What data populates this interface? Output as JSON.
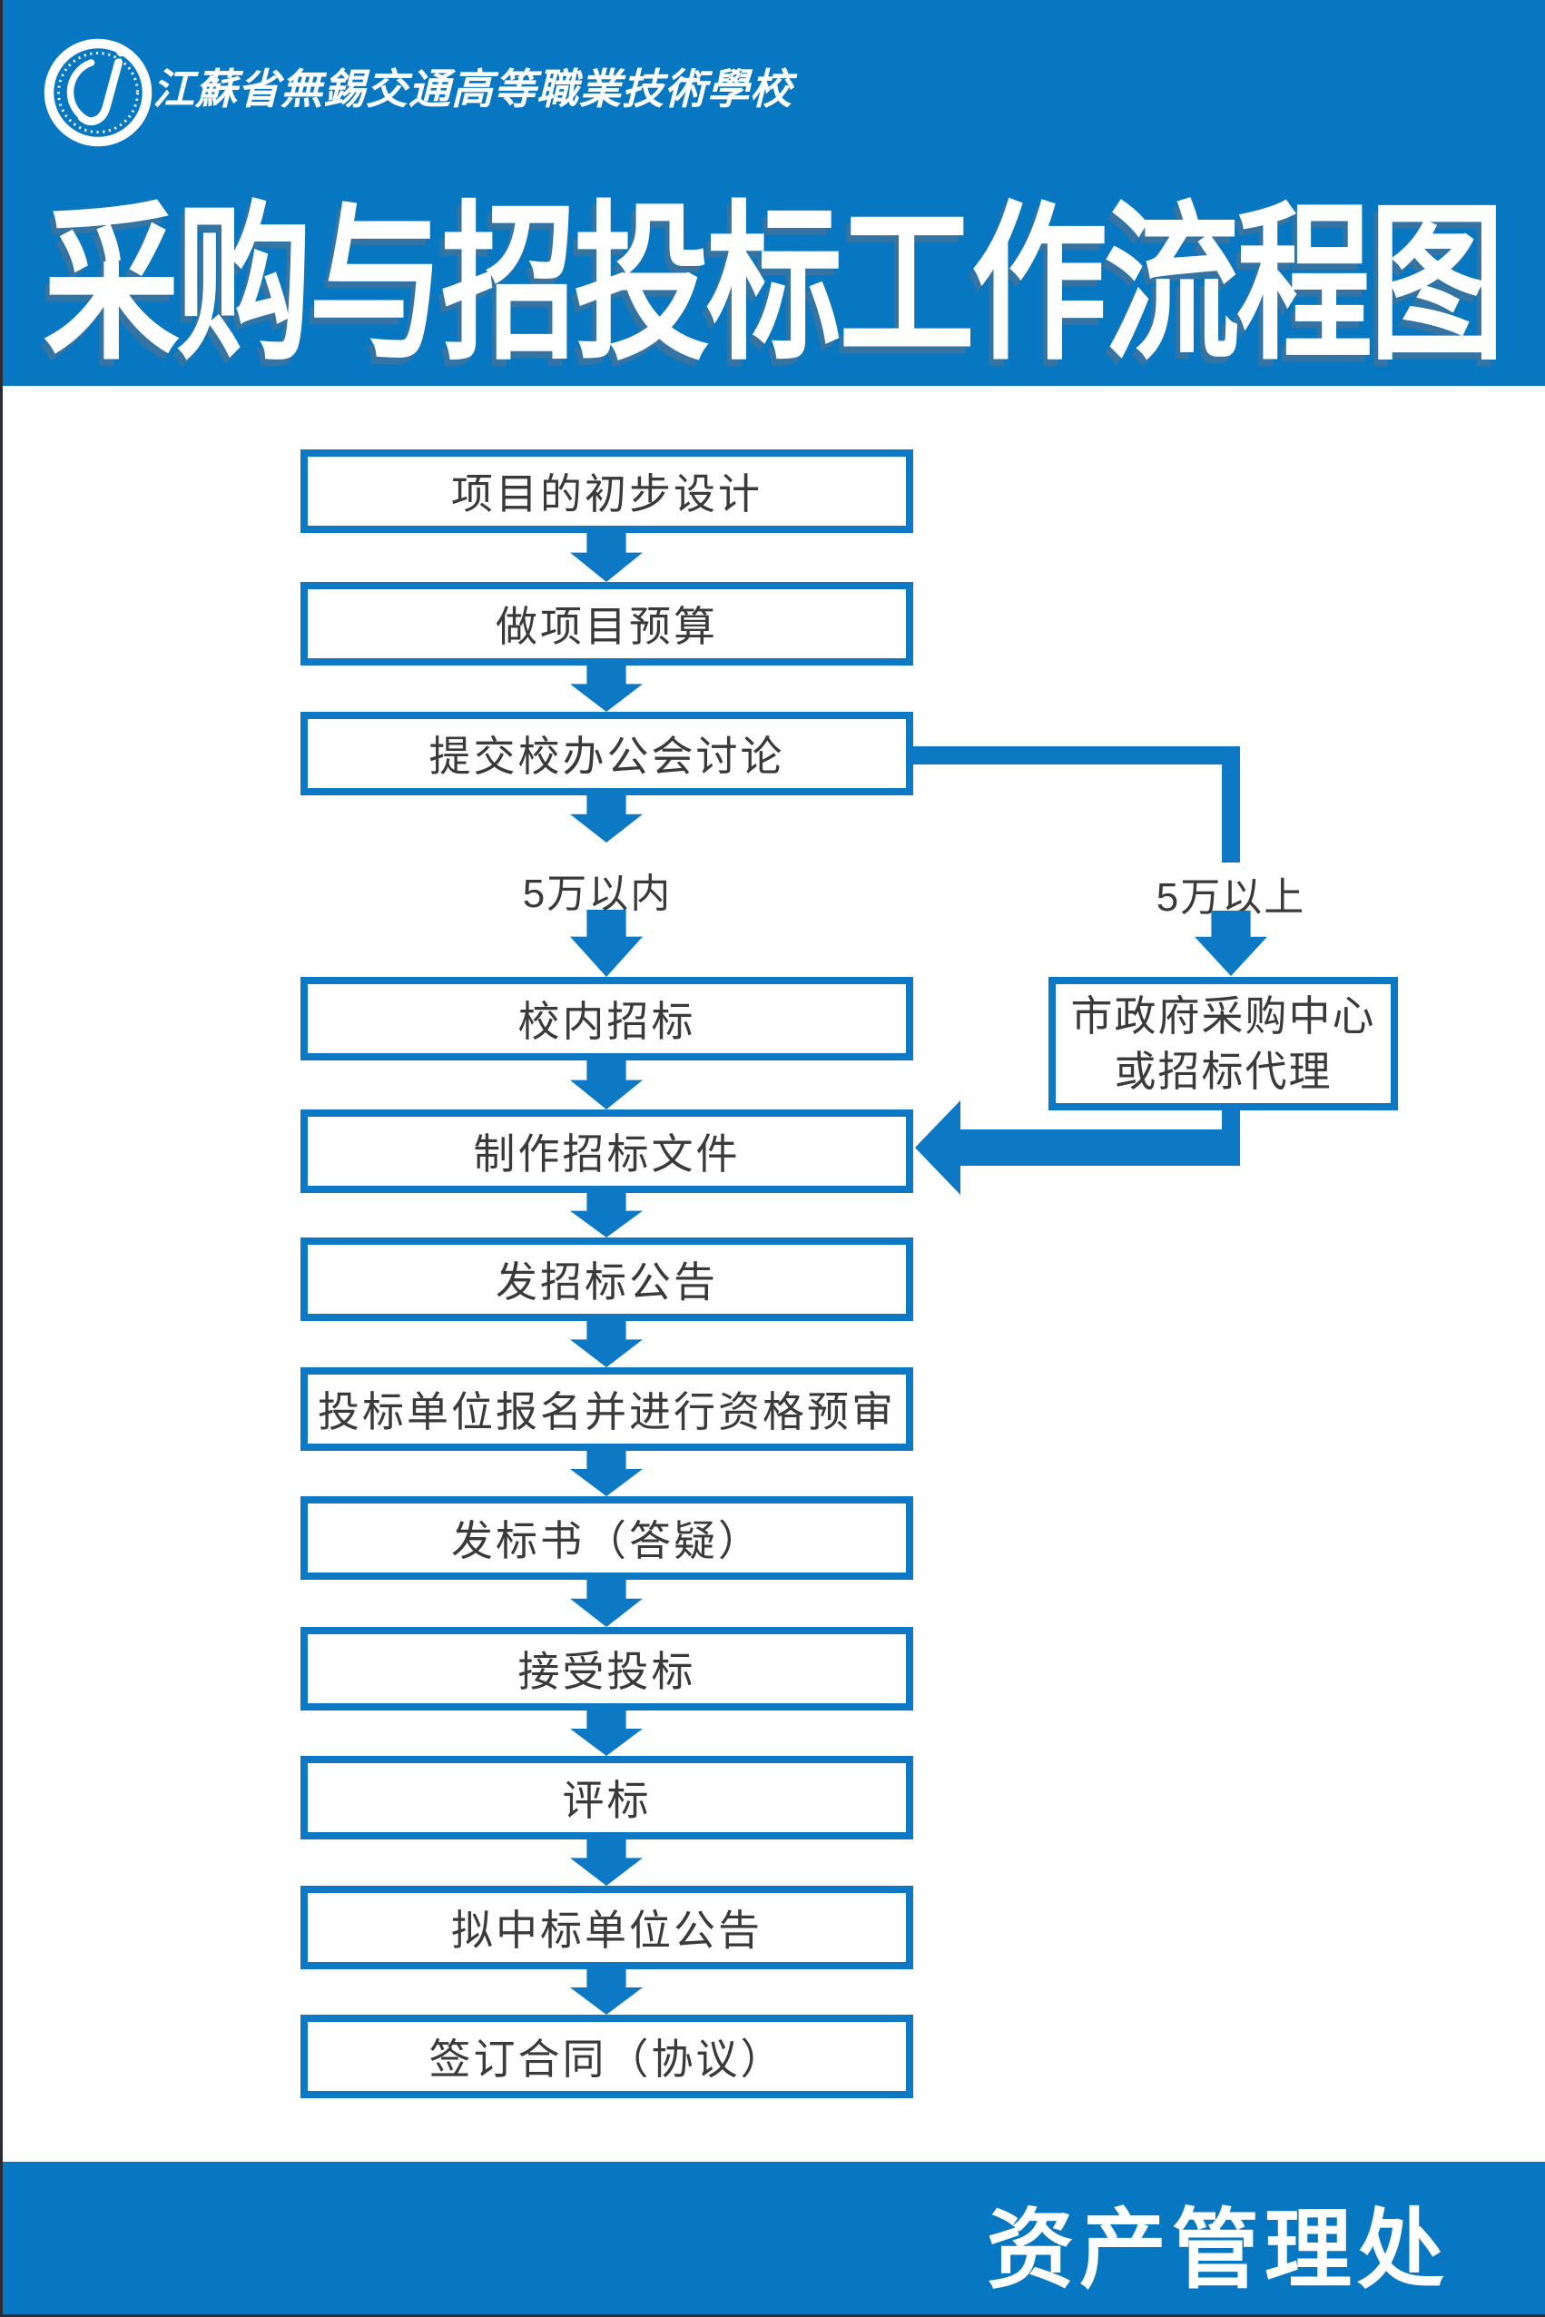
{
  "colors": {
    "band": "#0877c1",
    "accent": "#0d79c4",
    "ink": "#3a3a3a"
  },
  "header": {
    "school_name": "江蘇省無錫交通高等職業技術學校",
    "title": "采购与招投标工作流程图"
  },
  "flow": {
    "steps": [
      {
        "label": "项目的初步设计"
      },
      {
        "label": "做项目预算"
      },
      {
        "label": "提交校办公会讨论"
      },
      {
        "label": "校内招标"
      },
      {
        "label": "制作招标文件"
      },
      {
        "label": "发招标公告"
      },
      {
        "label": "投标单位报名并进行资格预审"
      },
      {
        "label": "发标书（答疑）"
      },
      {
        "label": "接受投标"
      },
      {
        "label": "评标"
      },
      {
        "label": "拟中标单位公告"
      },
      {
        "label": "签订合同（协议）"
      }
    ],
    "branch": {
      "left_label": "5万以内",
      "right_label": "5万以上",
      "right_box_line1": "市政府采购中心",
      "right_box_line2": "或招标代理"
    }
  },
  "footer": {
    "department": "资产管理处"
  }
}
